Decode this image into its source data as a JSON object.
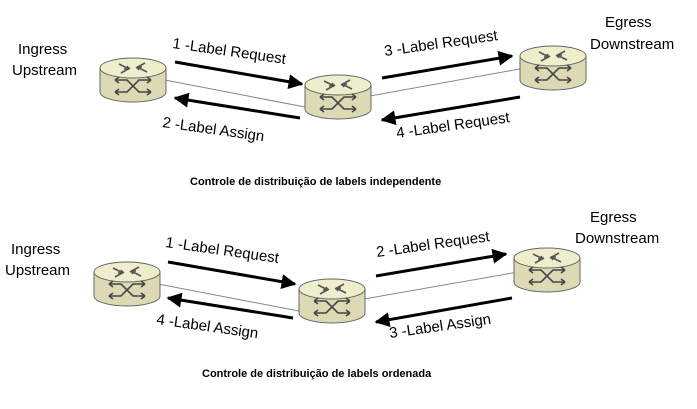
{
  "colors": {
    "router_top": "#eeeecc",
    "router_side": "#dcd9b4",
    "router_edge": "#666666",
    "link": "#888888",
    "arrow": "#000000"
  },
  "diagrams": [
    {
      "ingress": {
        "line1": "Ingress",
        "line2": "Upstream"
      },
      "egress": {
        "line1": "Egress",
        "line2": "Downstream"
      },
      "messages": [
        "1 -Label Request",
        "2 -Label Assign",
        "3 -Label Request",
        "4 -Label Request"
      ],
      "caption": "Controle de distribuição de labels independente"
    },
    {
      "ingress": {
        "line1": "Ingress",
        "line2": "Upstream"
      },
      "egress": {
        "line1": "Egress",
        "line2": "Downstream"
      },
      "messages": [
        "1 -Label Request",
        "4 -Label Assign",
        "2 -Label Request",
        "3 -Label Assign"
      ],
      "caption": "Controle de distribuição de labels ordenada"
    }
  ]
}
